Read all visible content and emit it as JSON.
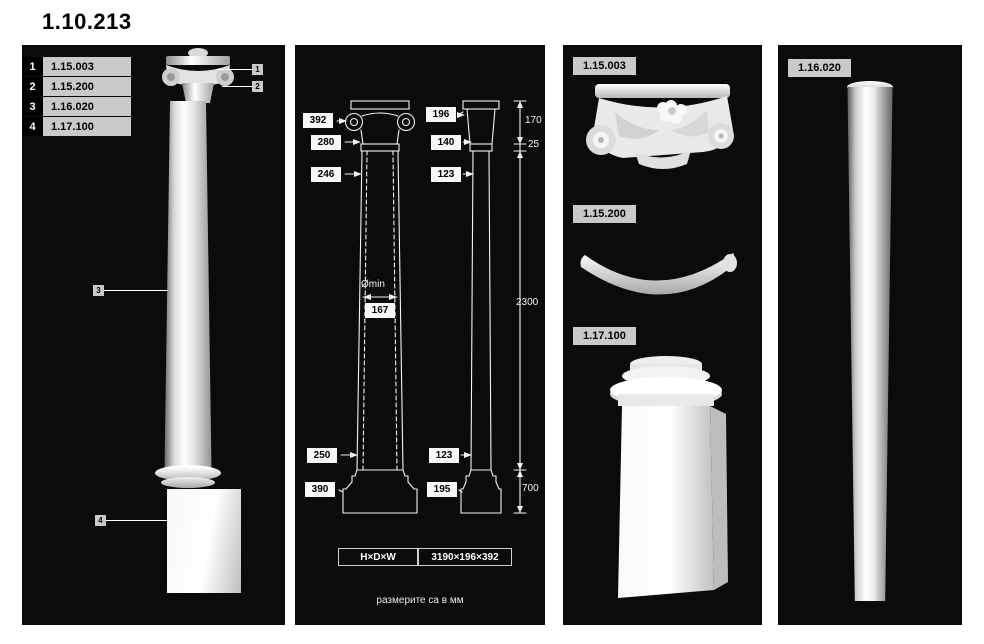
{
  "page": {
    "title": "1.10.213"
  },
  "legend": {
    "items": [
      {
        "num": "1",
        "code": "1.15.003"
      },
      {
        "num": "2",
        "code": "1.15.200"
      },
      {
        "num": "3",
        "code": "1.16.020"
      },
      {
        "num": "4",
        "code": "1.17.100"
      }
    ]
  },
  "drawing": {
    "front": {
      "capital_width": "392",
      "neck_width": "280",
      "shaft_top_width": "246",
      "dmin_label": "Ømin",
      "dmin_value": "167",
      "shaft_bottom_width": "250",
      "base_width": "390"
    },
    "side": {
      "capital_depth": "196",
      "neck_depth": "140",
      "shaft_top_depth": "123",
      "shaft_bottom_depth": "123",
      "base_depth": "195"
    },
    "heights": {
      "capital": "170",
      "collar": "25",
      "shaft": "2300",
      "base": "700"
    },
    "summary": {
      "label": "H×D×W",
      "value": "3190×196×392"
    },
    "note": "размерите са в мм"
  },
  "parts": {
    "capital_code": "1.15.003",
    "ring_code": "1.15.200",
    "base_code": "1.17.100",
    "shaft_code": "1.16.020"
  }
}
